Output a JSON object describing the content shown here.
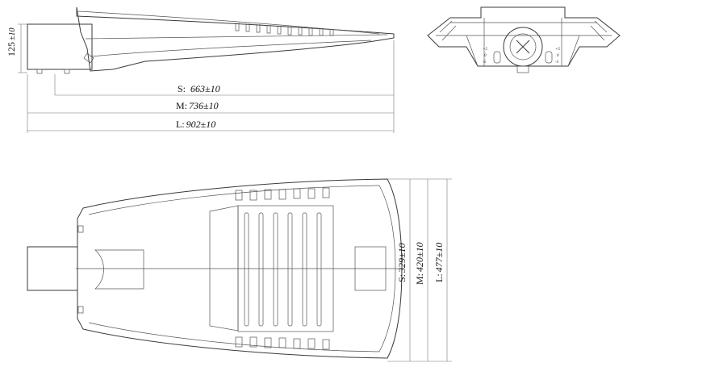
{
  "side_view": {
    "height_value": "125",
    "height_tol": "±10",
    "lengths": [
      {
        "prefix": "S:",
        "value": "663±10"
      },
      {
        "prefix": "M:",
        "value": "736±10"
      },
      {
        "prefix": "L:",
        "value": "902±10"
      }
    ]
  },
  "top_view": {
    "widths": [
      {
        "prefix": "S:",
        "value": "329±10"
      },
      {
        "prefix": "M:",
        "value": "420±10"
      },
      {
        "prefix": "L:",
        "value": "477±10"
      }
    ]
  },
  "front_view": {
    "scale_left": [
      "+5",
      "0",
      "-5"
    ],
    "scale_right": [
      "+5",
      "0",
      "-5"
    ]
  }
}
